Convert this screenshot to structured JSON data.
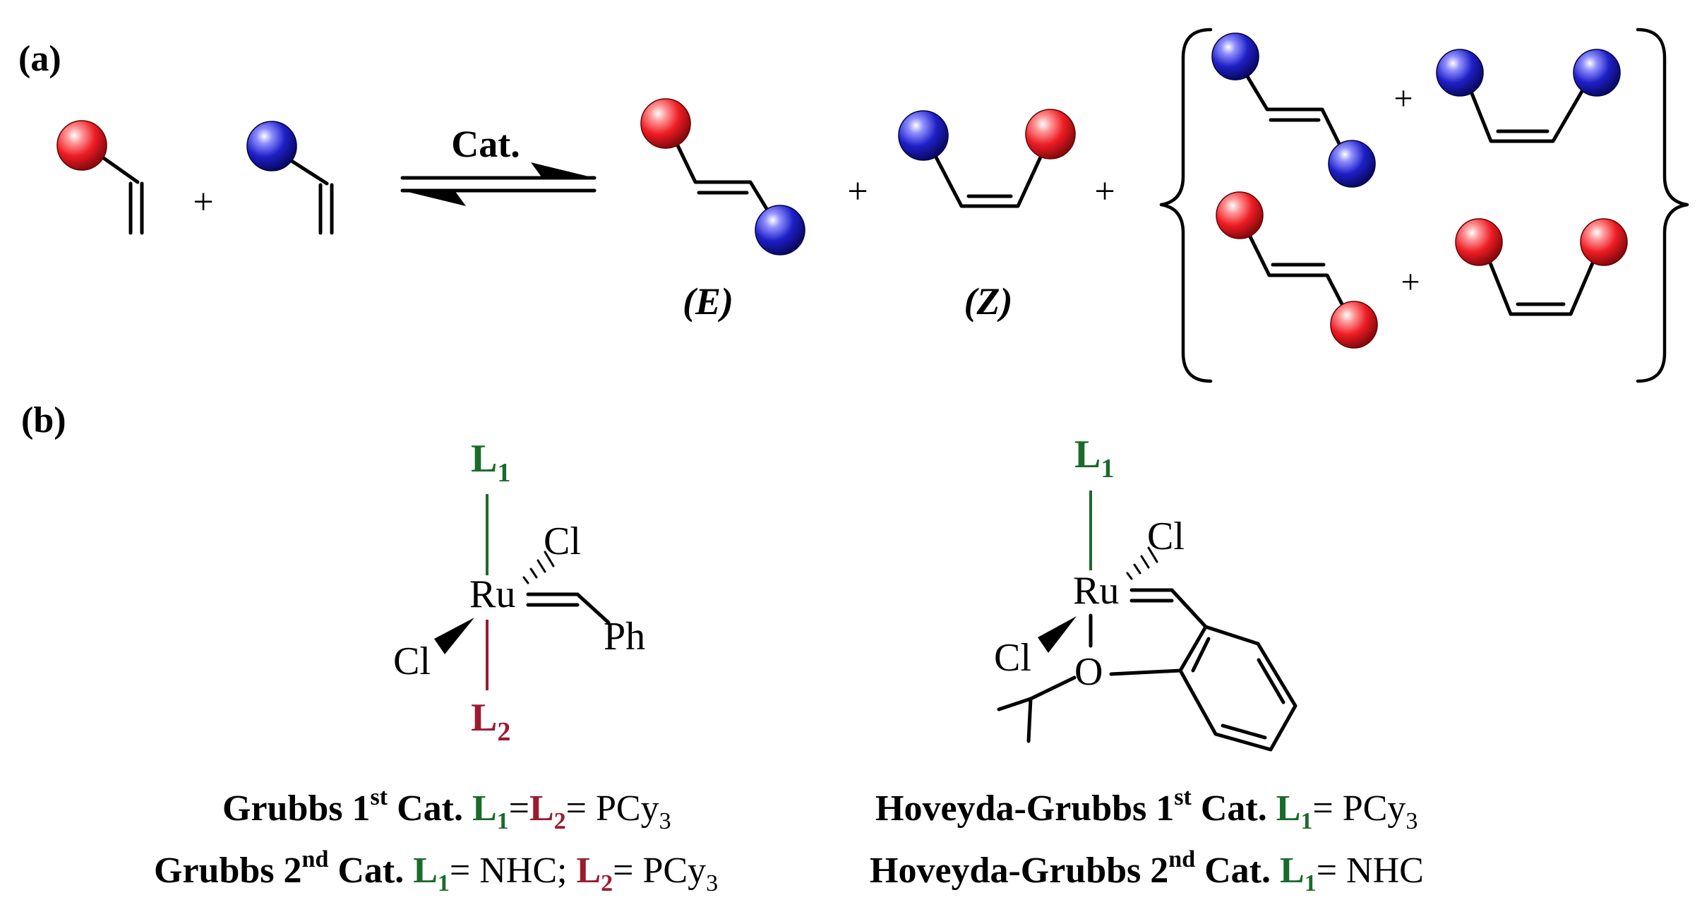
{
  "labels": {
    "panel_a": "(a)",
    "panel_b": "(b)",
    "catalyst": "Cat.",
    "plus": "+",
    "isomer_e": "(E)",
    "isomer_z": "(Z)"
  },
  "atoms": {
    "ru": "Ru",
    "cl": "Cl",
    "ph": "Ph",
    "o": "O",
    "l": "L",
    "sub1": "1",
    "sub2": "2"
  },
  "captions": {
    "grubbs1": {
      "name": "Grubbs 1",
      "sup": "st",
      "cat": " Cat. ",
      "l1": "L",
      "s1": "1",
      "eq": "=",
      "l2": "L",
      "s2": "2",
      "value": "= PCy",
      "value_sub": "3"
    },
    "grubbs2": {
      "name": "Grubbs 2",
      "sup": "nd",
      "cat": " Cat. ",
      "l1": "L",
      "s1": "1",
      "value1": "= NHC; ",
      "l2": "L",
      "s2": "2",
      "value2": "= PCy",
      "value2_sub": "3"
    },
    "hg1": {
      "name": "Hoveyda-Grubbs 1",
      "sup": "st",
      "cat": " Cat. ",
      "l1": "L",
      "s1": "1",
      "value": "= PCy",
      "value_sub": "3"
    },
    "hg2": {
      "name": "Hoveyda-Grubbs 2",
      "sup": "nd",
      "cat": " Cat. ",
      "l1": "L",
      "s1": "1",
      "value": "= NHC"
    }
  },
  "colors": {
    "red_ball": "#ee1c24",
    "blue_ball": "#1f1fc8",
    "ligand1": "#1a6b2a",
    "ligand2": "#9b1b30",
    "ink": "#000000"
  }
}
